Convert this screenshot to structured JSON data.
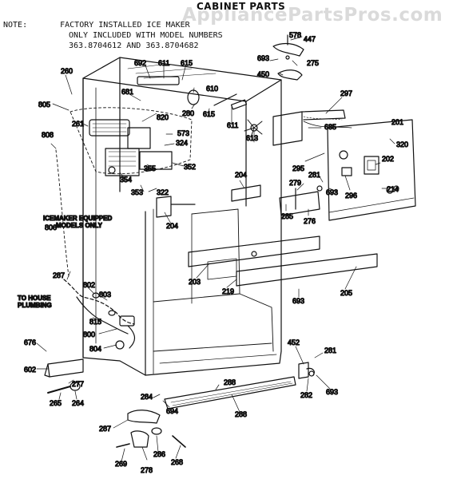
{
  "title": "CABINET PARTS",
  "watermark": "AppliancePartsPros.com",
  "note": {
    "label": "NOTE:",
    "lines": [
      "FACTORY INSTALLED ICE MAKER",
      "ONLY INCLUDED WITH MODEL NUMBERS",
      "363.8704612 AND 363.8704682"
    ]
  },
  "callouts": {
    "icemaker_line1": "ICEMAKER EQUIPPED",
    "icemaker_line2": "MODELS ONLY",
    "plumbing_line1": "TO HOUSE",
    "plumbing_line2": "PLUMBING"
  },
  "part_numbers": [
    "578",
    "447",
    "693",
    "275",
    "450",
    "692",
    "611",
    "615",
    "260",
    "681",
    "610",
    "280",
    "297",
    "805",
    "261",
    "820",
    "615",
    "611",
    "613",
    "685",
    "201",
    "573",
    "324",
    "320",
    "808",
    "355",
    "352",
    "354",
    "295",
    "202",
    "204",
    "281",
    "279",
    "693",
    "214",
    "353",
    "322",
    "296",
    "285",
    "276",
    "806",
    "204",
    "287",
    "203",
    "219",
    "205",
    "802",
    "803",
    "693",
    "815",
    "800",
    "804",
    "676",
    "602",
    "277",
    "452",
    "281",
    "282",
    "693",
    "265",
    "264",
    "284",
    "694",
    "288",
    "288",
    "287",
    "286",
    "278",
    "269",
    "268"
  ],
  "colors": {
    "line": "#111111",
    "watermark": "#d4d4d4"
  }
}
